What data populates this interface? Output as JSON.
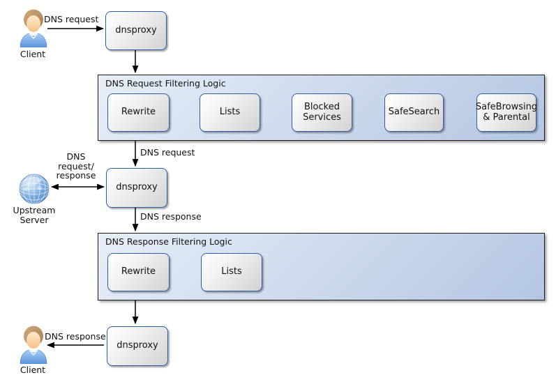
{
  "nodes": {
    "client_top": {
      "label": "Client",
      "icon": "person-icon"
    },
    "dnsproxy_top": {
      "label": "dnsproxy"
    },
    "upstream_server": {
      "label": "Upstream Server",
      "icon": "globe-icon"
    },
    "dnsproxy_middle": {
      "label": "dnsproxy"
    },
    "dnsproxy_bottom": {
      "label": "dnsproxy"
    },
    "client_bottom": {
      "label": "Client",
      "icon": "person-icon"
    }
  },
  "containers": {
    "request_filtering": {
      "title": "DNS Request Filtering Logic",
      "boxes": [
        {
          "label": "Rewrite"
        },
        {
          "label": "Lists"
        },
        {
          "label": "Blocked Services"
        },
        {
          "label": "SafeSearch"
        },
        {
          "label": "SafeBrowsing & Parental"
        }
      ]
    },
    "response_filtering": {
      "title": "DNS Response Filtering Logic",
      "boxes": [
        {
          "label": "Rewrite"
        },
        {
          "label": "Lists"
        }
      ]
    }
  },
  "edge_labels": {
    "client_to_dnsproxy": "DNS request",
    "filtered_request": "DNS request",
    "upstream_exchange": "DNS request/ response",
    "response_to_filter": "DNS response",
    "response_to_client": "DNS response"
  },
  "colors": {
    "node_border": "#2d5ca8",
    "node_fill_light": "#ffffff",
    "node_fill_dark": "#d2d2d2",
    "container_fill_light": "#e7eef8",
    "container_fill_dark": "#b4c6e2",
    "container_border": "#1a1a1a",
    "arrow": "#000000",
    "globe_blue": "#5e9ad6",
    "shirt_blue": "#5e97de",
    "hair_brown": "#b08d5f"
  }
}
